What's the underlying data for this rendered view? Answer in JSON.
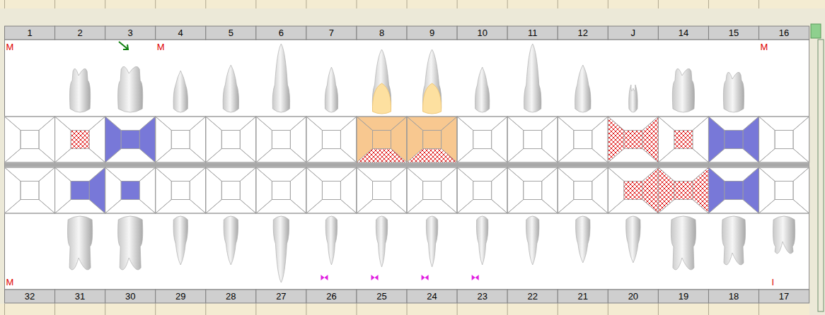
{
  "diagram": {
    "labels": [
      "1",
      "2",
      "3",
      "4",
      "5",
      "6",
      "7",
      "8",
      "9",
      "10",
      "11",
      "12",
      "J",
      "14",
      "15",
      "16",
      "M",
      "M",
      "M",
      "M",
      "I",
      "32",
      "31",
      "30",
      "29",
      "28",
      "27",
      "26",
      "25",
      "24",
      "23",
      "22",
      "21",
      "20",
      "19",
      "18",
      "17"
    ]
  }
}
